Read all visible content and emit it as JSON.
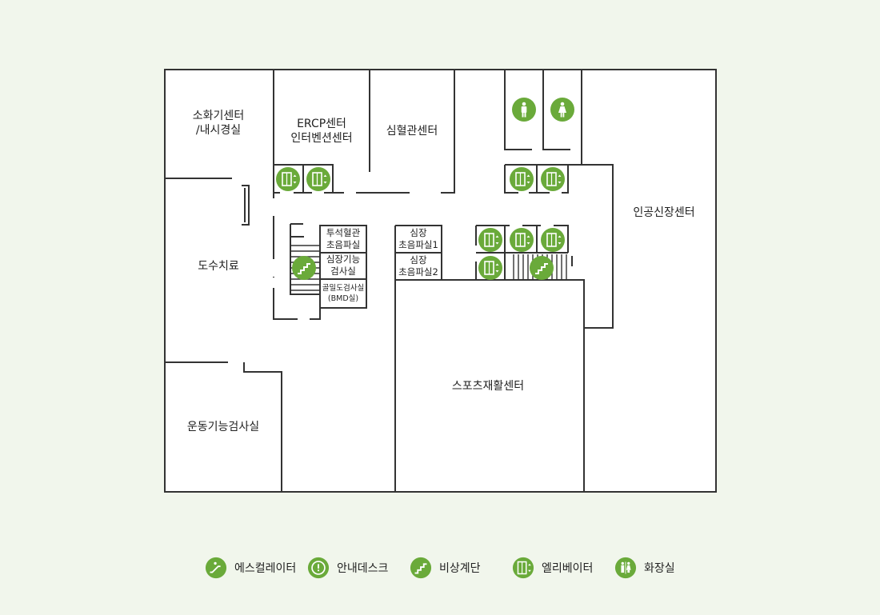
{
  "colors": {
    "wall": "#333333",
    "floor": "#ffffff",
    "background": "#f1f6ec",
    "icon": "#6aaa3a"
  },
  "rooms": {
    "digestive": {
      "line1": "소화기센터",
      "line2": "/내시경실"
    },
    "ercp": {
      "line1": "ERCP센터",
      "line2": "인터벤션센터"
    },
    "cardio": {
      "label": "심혈관센터"
    },
    "artificial_kidney": {
      "label": "인공신장센터"
    },
    "manual_therapy": {
      "label": "도수치료"
    },
    "dialysis_echo": {
      "line1": "투석혈관",
      "line2": "초음파실"
    },
    "cardiac_function": {
      "line1": "심장기능",
      "line2": "검사실"
    },
    "bmd": {
      "line1": "골밀도검사실",
      "line2": "(BMD실)"
    },
    "cardiac_echo1": {
      "line1": "심장",
      "line2": "초음파실1"
    },
    "cardiac_echo2": {
      "line1": "심장",
      "line2": "초음파실2"
    },
    "sports_rehab": {
      "label": "스포츠재활센터"
    },
    "exercise_test": {
      "label": "운동기능검사실"
    }
  },
  "map_icons": [
    {
      "type": "male-restroom",
      "icon": "male-restroom-icon"
    },
    {
      "type": "female-restroom",
      "icon": "female-restroom-icon"
    },
    {
      "type": "elevator",
      "icon": "elevator-icon"
    },
    {
      "type": "stairs",
      "icon": "emergency-stairs-icon"
    }
  ],
  "legend": [
    {
      "id": "escalator",
      "icon": "escalator-icon",
      "label": "에스컬레이터"
    },
    {
      "id": "info-desk",
      "icon": "info-desk-icon",
      "label": "안내데스크"
    },
    {
      "id": "stairs",
      "icon": "emergency-stairs-icon",
      "label": "비상계단"
    },
    {
      "id": "elevator",
      "icon": "elevator-icon",
      "label": "엘리베이터"
    },
    {
      "id": "restroom",
      "icon": "restroom-icon",
      "label": "화장실"
    }
  ]
}
